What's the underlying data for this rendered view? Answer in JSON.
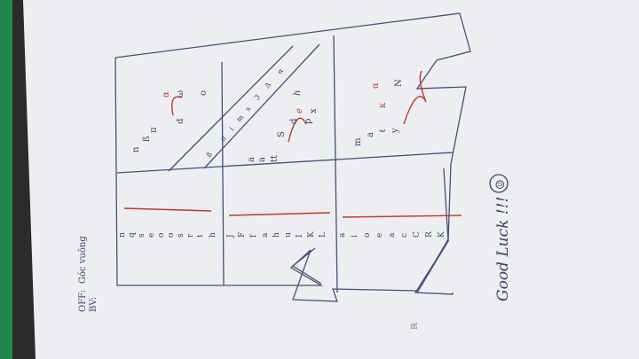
{
  "header": {
    "off_label": "OFF:",
    "off_value": "Góc vuông",
    "bv_label": "BV:"
  },
  "footer": {
    "message": "Good Luck !!!",
    "smiley": "☺"
  },
  "side_note": "ℝ",
  "strip_top": [
    "n",
    "q",
    "s",
    "e",
    "o",
    "o",
    "s",
    "r",
    "t",
    "h"
  ],
  "strip_middle": [
    "J",
    "F",
    "f",
    "a",
    "h",
    "u",
    "I",
    "K",
    "L"
  ],
  "strip_bottom": [
    "a",
    "i",
    "o",
    "e",
    "a",
    "c",
    "C",
    "R",
    "K"
  ],
  "diag_band": [
    "ß",
    "π",
    "i",
    "m",
    "s",
    "ℑ",
    "Δ",
    "α"
  ],
  "upper_cell_glyphs": [
    "n",
    "ß",
    "π",
    "d",
    "α",
    "ω",
    "o"
  ],
  "middle_cell_glyphs": [
    "a",
    "a",
    "tt",
    "S",
    "d",
    "p",
    "ℯ",
    "x",
    "ℎ"
  ],
  "lower_cell_glyphs": [
    "m",
    "a",
    "ℓ",
    "y",
    "κ",
    "α",
    "N"
  ],
  "colors": {
    "paper": "#eceef1",
    "ink": "#4a4f78",
    "red": "#c0392b",
    "desk": "#2a2a2a",
    "green": "#1e8a4a"
  }
}
